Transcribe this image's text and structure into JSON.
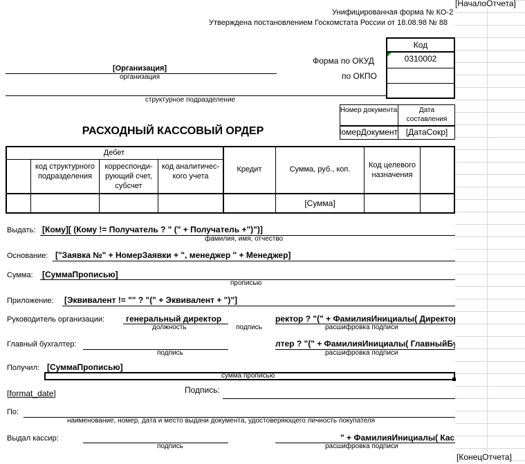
{
  "markers": {
    "start": "[НачалоОтчета]",
    "end": "[КонецОтчета]"
  },
  "header": {
    "unified_form": "Унифицированная форма № КО-2",
    "approved": "Утверждена постановлением Госкомстата России от 18.08.98 № 88"
  },
  "codes": {
    "code_header": "Код",
    "okud_label": "Форма по ОКУД",
    "okud_value": "0310002",
    "okpo_label": "по ОКПО",
    "okpo_value": ""
  },
  "org": {
    "name": "[Организация]",
    "name_caption": "организация",
    "subdivision_caption": "структурное подразделение"
  },
  "doc": {
    "title": "РАСХОДНЫЙ КАССОВЫЙ ОРДЕР",
    "num_header": "Номер документа",
    "date_header": "Дата составления",
    "num_value": "НомерДокумент",
    "date_value": "[ДатаСокр]"
  },
  "table": {
    "debit": "Дебет",
    "col_struct": "код структурного подразделения",
    "col_corr": "корреспонди-рующий счет, субсчет",
    "col_analyt": "код аналитичес-кого учета",
    "col_credit": "Кредит",
    "col_sum": "Сумма, руб., коп.",
    "col_target": "Код целевого назначения",
    "sum_value": "[Сумма]"
  },
  "fields": {
    "issue_label": "Выдать:",
    "issue_value": "[Кому][ (Кому != Получатель ? \" (\" + Получатель +\")\")]",
    "issue_caption": "фамилия, имя, отчество",
    "basis_label": "Основание:",
    "basis_value": "[\"Заявка №\" + НомерЗаявки + \", менеджер \" + Менеджер]",
    "sum_label": "Сумма:",
    "sum_value": "[СуммаПрописью]",
    "sum_caption": "прописью",
    "attach_label": "Приложение:",
    "attach_value": "[Эквивалент != \"\" ? \"(\" + Эквивалент + \")\"]",
    "head_label": "Руководитель организации:",
    "head_position": "генеральный директор",
    "head_name": "ректор ? \"(\" + ФамилияИнициалы( Директор )",
    "caption_position": "должность",
    "caption_signature": "подпись",
    "caption_decode": "расшифровка подписи",
    "chief_label": "Главный бухгалтер:",
    "chief_name": "лтер ? \"(\" + ФамилияИнициалы( ГлавныйБу",
    "received_label": "Получил:",
    "received_value": "[СуммаПрописью]",
    "received_caption": "сумма прописью",
    "format_date": "[format_date]",
    "signature_label": "Подпись:",
    "by_label": "По:",
    "by_caption": "наименование, номер, дата и место выдачи документа, удостоверяющего личность покупателя",
    "cashier_label": "Выдал кассир:",
    "cashier_name": "\" + ФамилияИнициалы( Кас"
  }
}
